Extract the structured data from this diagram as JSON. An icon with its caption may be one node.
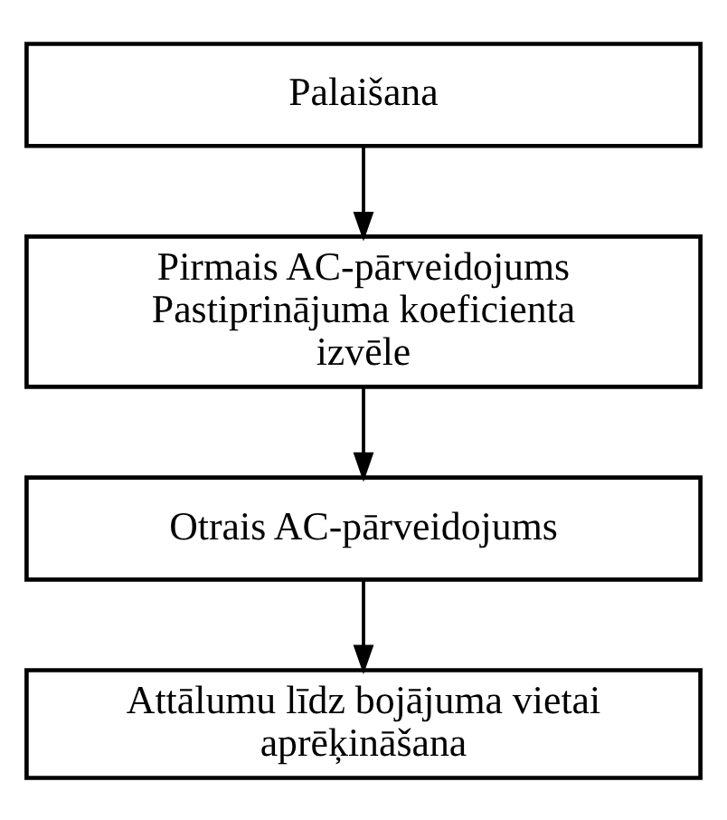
{
  "diagram": {
    "nodes": [
      {
        "text": [
          "Palaišana"
        ]
      },
      {
        "text": [
          "Pirmais AC-pārveidojums",
          "Pastiprinājuma koeficienta izvēle"
        ]
      },
      {
        "text": [
          "Otrais AC-pārveidojums"
        ]
      },
      {
        "text": [
          "Attālumu līdz bojājuma vietai aprēķināšana"
        ]
      }
    ],
    "edges": [
      {
        "from": 0,
        "to": 1,
        "arrow": "to"
      },
      {
        "from": 1,
        "to": 2,
        "arrow": "to"
      },
      {
        "from": 2,
        "to": 3,
        "arrow": "to"
      }
    ]
  }
}
